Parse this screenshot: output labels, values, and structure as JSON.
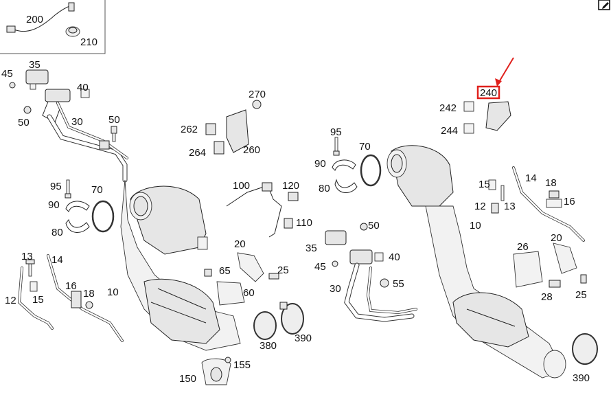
{
  "toolbar": {
    "edit_icon": "edit-icon"
  },
  "annotation": {
    "arrow_color": "#e0201c",
    "highlight_color": "#e0201c"
  },
  "inset": {
    "labels": [
      "200",
      "210"
    ]
  },
  "left_assembly": {
    "labels": {
      "p45": "45",
      "p35": "35",
      "p40": "40",
      "p50a": "50",
      "p30": "30",
      "p50b": "50",
      "p95": "95",
      "p70": "70",
      "p90": "90",
      "p80": "80",
      "p13": "13",
      "p14": "14",
      "p12": "12",
      "p15": "15",
      "p16": "16",
      "p18": "18",
      "p10": "10"
    }
  },
  "center_assembly": {
    "labels": {
      "p270": "270",
      "p262": "262",
      "p264": "264",
      "p260": "260",
      "p100": "100",
      "p120": "120",
      "p110": "110",
      "p20": "20",
      "p25": "25",
      "p65": "65",
      "p60": "60",
      "p380": "380",
      "p390": "390",
      "p150": "150",
      "p155": "155"
    }
  },
  "right_assembly": {
    "labels": {
      "p240": "240",
      "p242": "242",
      "p244": "244",
      "p95": "95",
      "p70": "70",
      "p90": "90",
      "p80": "80",
      "p35": "35",
      "p50": "50",
      "p45": "45",
      "p40": "40",
      "p30": "30",
      "p55": "55",
      "p10": "10",
      "p15": "15",
      "p14": "14",
      "p18": "18",
      "p12": "12",
      "p13": "13",
      "p16": "16",
      "p26": "26",
      "p20": "20",
      "p28": "28",
      "p25": "25",
      "p390": "390"
    }
  }
}
